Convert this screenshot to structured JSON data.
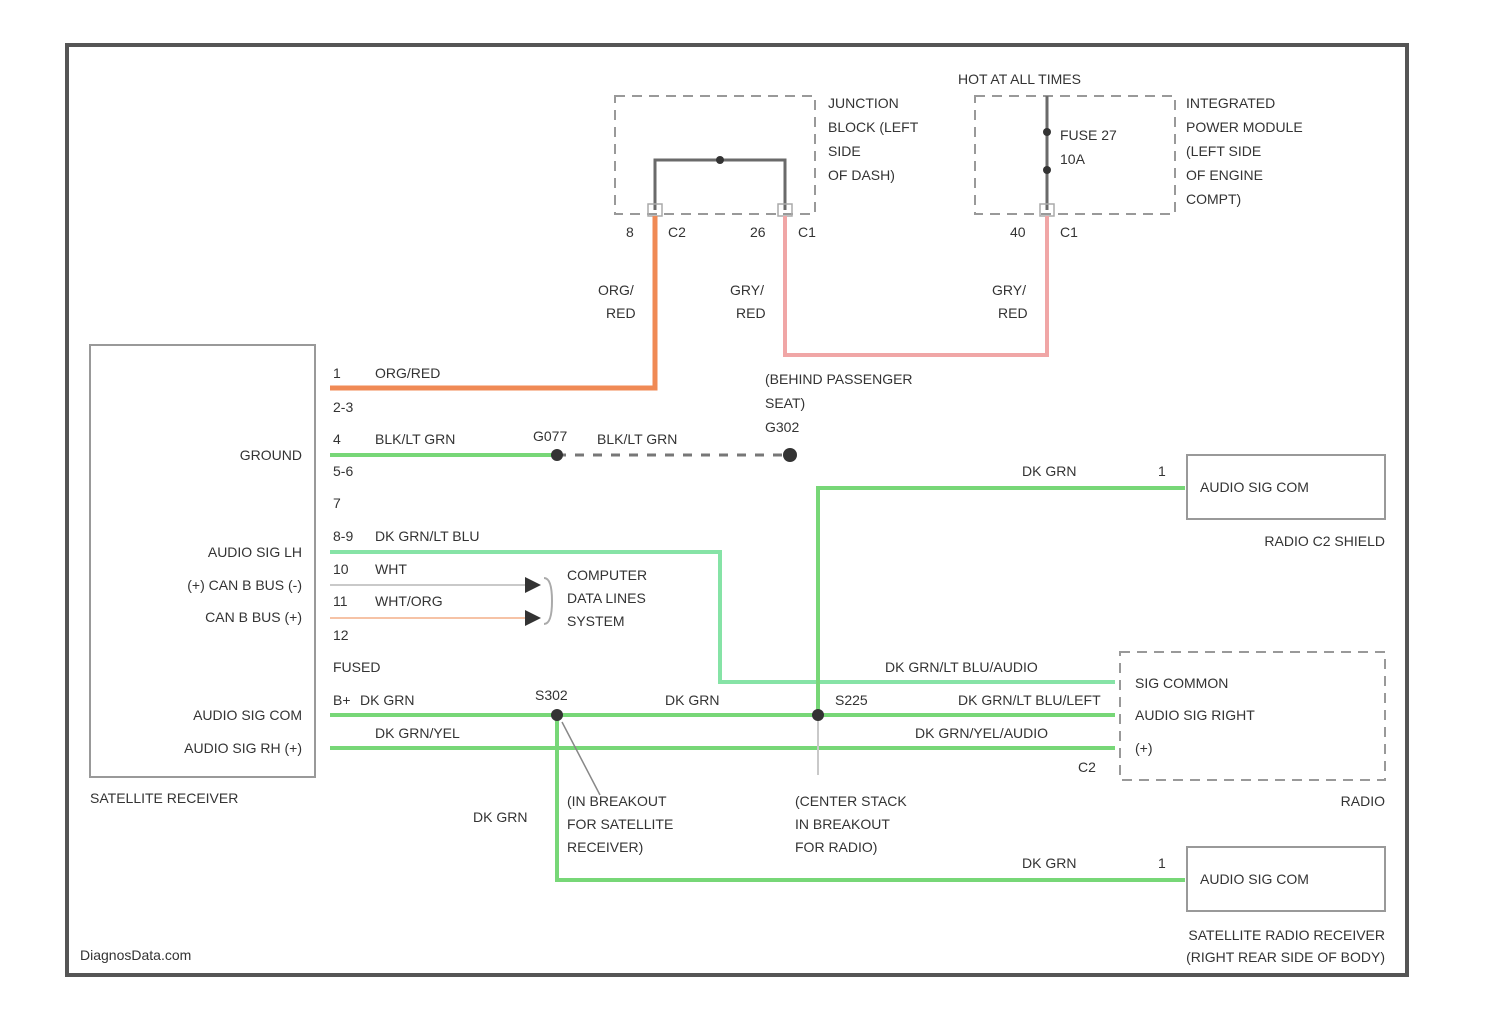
{
  "footer": {
    "watermark": "DiagnosData.com"
  },
  "components": {
    "junction_block": {
      "label_lines": [
        "JUNCTION",
        "BLOCK (LEFT",
        "SIDE",
        "OF DASH)"
      ]
    },
    "ipm": {
      "label_lines": [
        "INTEGRATED",
        "POWER MODULE",
        "(LEFT SIDE",
        "OF ENGINE",
        "COMPT)"
      ],
      "note": "HOT AT ALL TIMES",
      "fuse_lines": [
        "FUSE 27",
        "10A"
      ]
    },
    "satellite_receiver": {
      "name": "SATELLITE RECEIVER",
      "pin_labels": [
        "GROUND",
        "AUDIO SIG LH",
        "(+) CAN B BUS (-)",
        "CAN B BUS (+)",
        "AUDIO SIG COM",
        "AUDIO SIG RH (+)"
      ]
    },
    "radio_c2": {
      "pin_text": "AUDIO SIG COM",
      "caption": "RADIO C2 SHIELD"
    },
    "radio": {
      "pins": [
        "SIG COMMON",
        "AUDIO SIG RIGHT",
        "(+)"
      ],
      "caption": "RADIO"
    },
    "sat_radio_receiver": {
      "pin_text": "AUDIO SIG COM",
      "caption_lines": [
        "SATELLITE RADIO RECEIVER",
        "(RIGHT REAR SIDE OF BODY)"
      ]
    },
    "computer_data_lines": {
      "label_lines": [
        "COMPUTER",
        "DATA LINES",
        "SYSTEM"
      ]
    }
  },
  "connectors": {
    "jb_left_pin": "8",
    "jb_left_conn": "C2",
    "jb_right_pin": "26",
    "jb_right_conn": "C1",
    "ipm_pin": "40",
    "ipm_conn": "C1",
    "radio_c2_pin": "1",
    "sat_radio_pin": "1",
    "radio_conn": "C2"
  },
  "wire_labels": {
    "org_red_vert": [
      "ORG/",
      "RED"
    ],
    "gry_red_vert_1": [
      "GRY/",
      "RED"
    ],
    "gry_red_vert_2": [
      "GRY/",
      "RED"
    ],
    "dk_grn_radio_c2": "DK GRN",
    "dk_grn_sat": "DK GRN",
    "dk_grn_splice_mid": "DK GRN",
    "dk_grn_vert": "DK GRN",
    "dk_grn_rad_blk_audio": "DK GRN/LT BLU/AUDIO",
    "dk_grn_left": "DK GRN/LT BLU/LEFT",
    "dk_grn_sig_audio": "DK GRN/YEL/AUDIO"
  },
  "ground": {
    "splice": "G077",
    "wire": "BLK/LT GRN",
    "location_lines": [
      "(BEHIND PASSENGER",
      "SEAT)",
      "G302"
    ]
  },
  "splices": {
    "sat_splice": "S302",
    "ctr_splice": "S225",
    "sat_breakout_lines": [
      "(IN BREAKOUT",
      "FOR SATELLITE",
      "RECEIVER)"
    ],
    "ctr_breakout_lines": [
      "(CENTER STACK",
      "IN BREAKOUT",
      "FOR RADIO)"
    ]
  },
  "sat_rows": [
    {
      "pin": "1",
      "wire": "ORG/RED"
    },
    {
      "pin": "2-3",
      "wire": ""
    },
    {
      "pin": "4",
      "wire": "BLK/LT GRN"
    },
    {
      "pin": "5-6",
      "wire": ""
    },
    {
      "pin": "7",
      "wire": ""
    },
    {
      "pin": "8-9",
      "wire": "DK GRN/LT BLU"
    },
    {
      "pin": "10",
      "wire": "WHT"
    },
    {
      "pin": "11",
      "wire": "WHT/ORG"
    },
    {
      "pin": "12",
      "wire": ""
    },
    {
      "pin": "",
      "wire": "FUSED"
    },
    {
      "pin": "B+",
      "wire": "DK GRN"
    },
    {
      "pin": "",
      "wire": "DK GRN/YEL"
    }
  ],
  "colors": {
    "org": "#f08a55",
    "red": "#f0a6a6",
    "grn": "#77d777",
    "lgrn": "#86e3a6"
  }
}
